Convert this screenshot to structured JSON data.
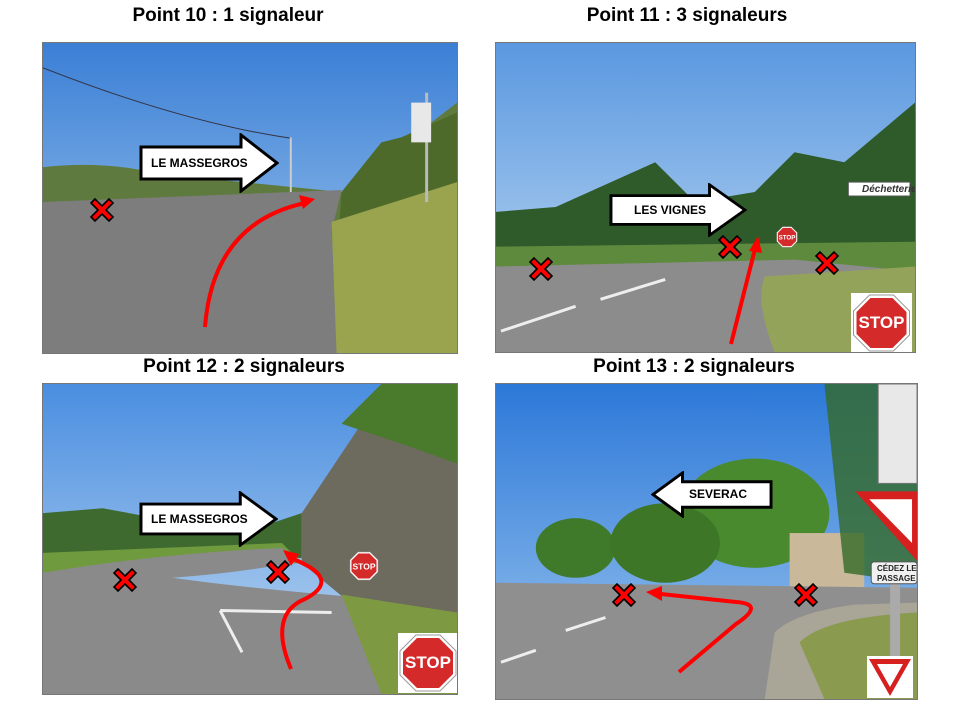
{
  "panels": [
    {
      "title": "Point 10 : 1 signaleur",
      "arrow_label": "LE MASSEGROS",
      "arrow_direction": "right",
      "signaleurs": 1
    },
    {
      "title": "Point 11 : 3 signaleurs",
      "arrow_label": "LES VIGNES",
      "arrow_direction": "right",
      "signaleurs": 3,
      "road_sign": "Déchetterie",
      "sign_label": "STOP"
    },
    {
      "title": "Point 12 : 2 signaleurs",
      "arrow_label": "LE MASSEGROS",
      "arrow_direction": "right",
      "signaleurs": 2,
      "sign_label": "STOP"
    },
    {
      "title": "Point 13 : 2 signaleurs",
      "arrow_label": "SEVERAC",
      "arrow_direction": "left",
      "signaleurs": 2,
      "yield_text_1": "CÉDEZ LE",
      "yield_text_2": "PASSAGE"
    }
  ],
  "colors": {
    "marker": "#ff0000",
    "stop": "#d42a2a",
    "sky": "#4f8fd8",
    "road": "#8a8a8a"
  }
}
